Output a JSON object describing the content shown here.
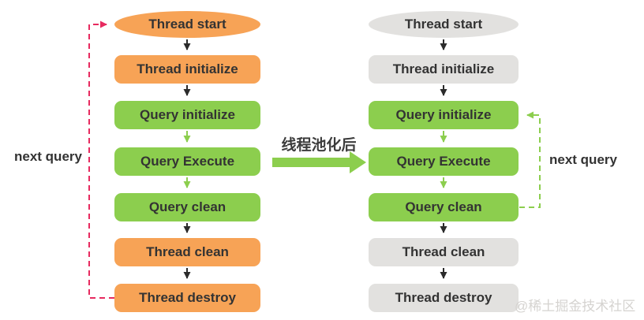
{
  "colors": {
    "orange": "#F7A356",
    "green": "#8CCE4E",
    "gray": "#E2E1DF",
    "arrow_black": "#2b2b2b",
    "arrow_green": "#8CCE4E",
    "loop_red": "#E72A5F",
    "loop_green": "#8CCE4E",
    "node_text": "#333333",
    "watermark_text": "#d5d3d0"
  },
  "left_flow": {
    "next_query_label": "next query",
    "nodes": [
      {
        "id": "thread-start",
        "label": "Thread start",
        "shape": "ellipse",
        "color": "orange"
      },
      {
        "id": "thread-initialize",
        "label": "Thread initialize",
        "shape": "rect",
        "color": "orange"
      },
      {
        "id": "query-initialize",
        "label": "Query initialize",
        "shape": "rect",
        "color": "green"
      },
      {
        "id": "query-execute",
        "label": "Query Execute",
        "shape": "rect",
        "color": "green"
      },
      {
        "id": "query-clean",
        "label": "Query clean",
        "shape": "rect",
        "color": "green"
      },
      {
        "id": "thread-clean",
        "label": "Thread clean",
        "shape": "rect",
        "color": "orange"
      },
      {
        "id": "thread-destroy",
        "label": "Thread destroy",
        "shape": "rect",
        "color": "orange"
      }
    ]
  },
  "right_flow": {
    "next_query_label": "next query",
    "nodes": [
      {
        "id": "thread-start",
        "label": "Thread start",
        "shape": "ellipse",
        "color": "gray"
      },
      {
        "id": "thread-initialize",
        "label": "Thread initialize",
        "shape": "rect",
        "color": "gray"
      },
      {
        "id": "query-initialize",
        "label": "Query initialize",
        "shape": "rect",
        "color": "green"
      },
      {
        "id": "query-execute",
        "label": "Query Execute",
        "shape": "rect",
        "color": "green"
      },
      {
        "id": "query-clean",
        "label": "Query clean",
        "shape": "rect",
        "color": "green"
      },
      {
        "id": "thread-clean",
        "label": "Thread clean",
        "shape": "rect",
        "color": "gray"
      },
      {
        "id": "thread-destroy",
        "label": "Thread destroy",
        "shape": "rect",
        "color": "gray"
      }
    ]
  },
  "center": {
    "transition_label": "线程池化后"
  },
  "watermark": {
    "text": "@稀土掘金技术社区"
  }
}
